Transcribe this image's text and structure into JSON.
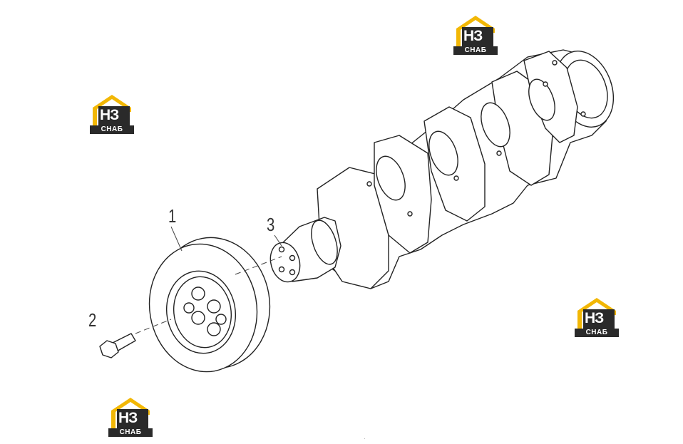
{
  "diagram": {
    "callouts": {
      "pulley": "1",
      "bolt": "2",
      "crankshaft": "3"
    },
    "watermark": {
      "initials": "НЗ",
      "word": "СНАБ",
      "colors": {
        "roof": "#f2b705",
        "plate": "#2a2a2a",
        "text": "#ffffff"
      }
    },
    "line_color": "#222222"
  }
}
